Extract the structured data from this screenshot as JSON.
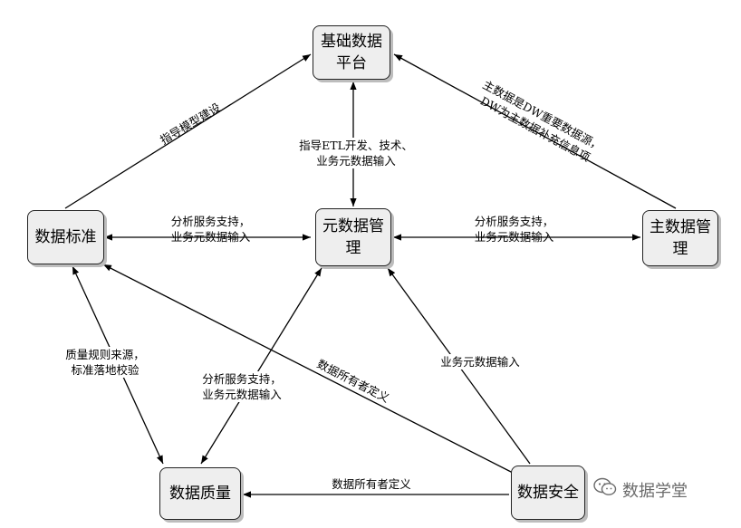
{
  "nodes": {
    "base_platform": "基础数据\n平台",
    "metadata_mgmt": "元数据管\n理",
    "data_standard": "数据标准",
    "master_data": "主数据管\n理",
    "data_quality": "数据质量",
    "data_security": "数据安全"
  },
  "edges": {
    "standard_to_platform": "指导模型建设",
    "metadata_to_platform": "指导ETL开发、技术、\n业务元数据输入",
    "master_to_platform": "主数据是DW重要数据源，\nDW为主数据补充信息项",
    "standard_metadata": "分析服务支持，\n业务元数据输入",
    "metadata_master": "分析服务支持，\n业务元数据输入",
    "standard_quality": "质量规则来源，\n标准落地校验",
    "metadata_quality": "分析服务支持，\n业务元数据输入",
    "security_to_metadata": "业务元数据输入",
    "security_to_standard": "数据所有者定义",
    "security_to_quality": "数据所有者定义"
  },
  "watermark": "数据学堂",
  "colors": {
    "node_fill": "#eeeeee",
    "shadow": "#bdbdbd",
    "line": "#000000"
  },
  "icons": {
    "watermark": "wechat-icon"
  }
}
